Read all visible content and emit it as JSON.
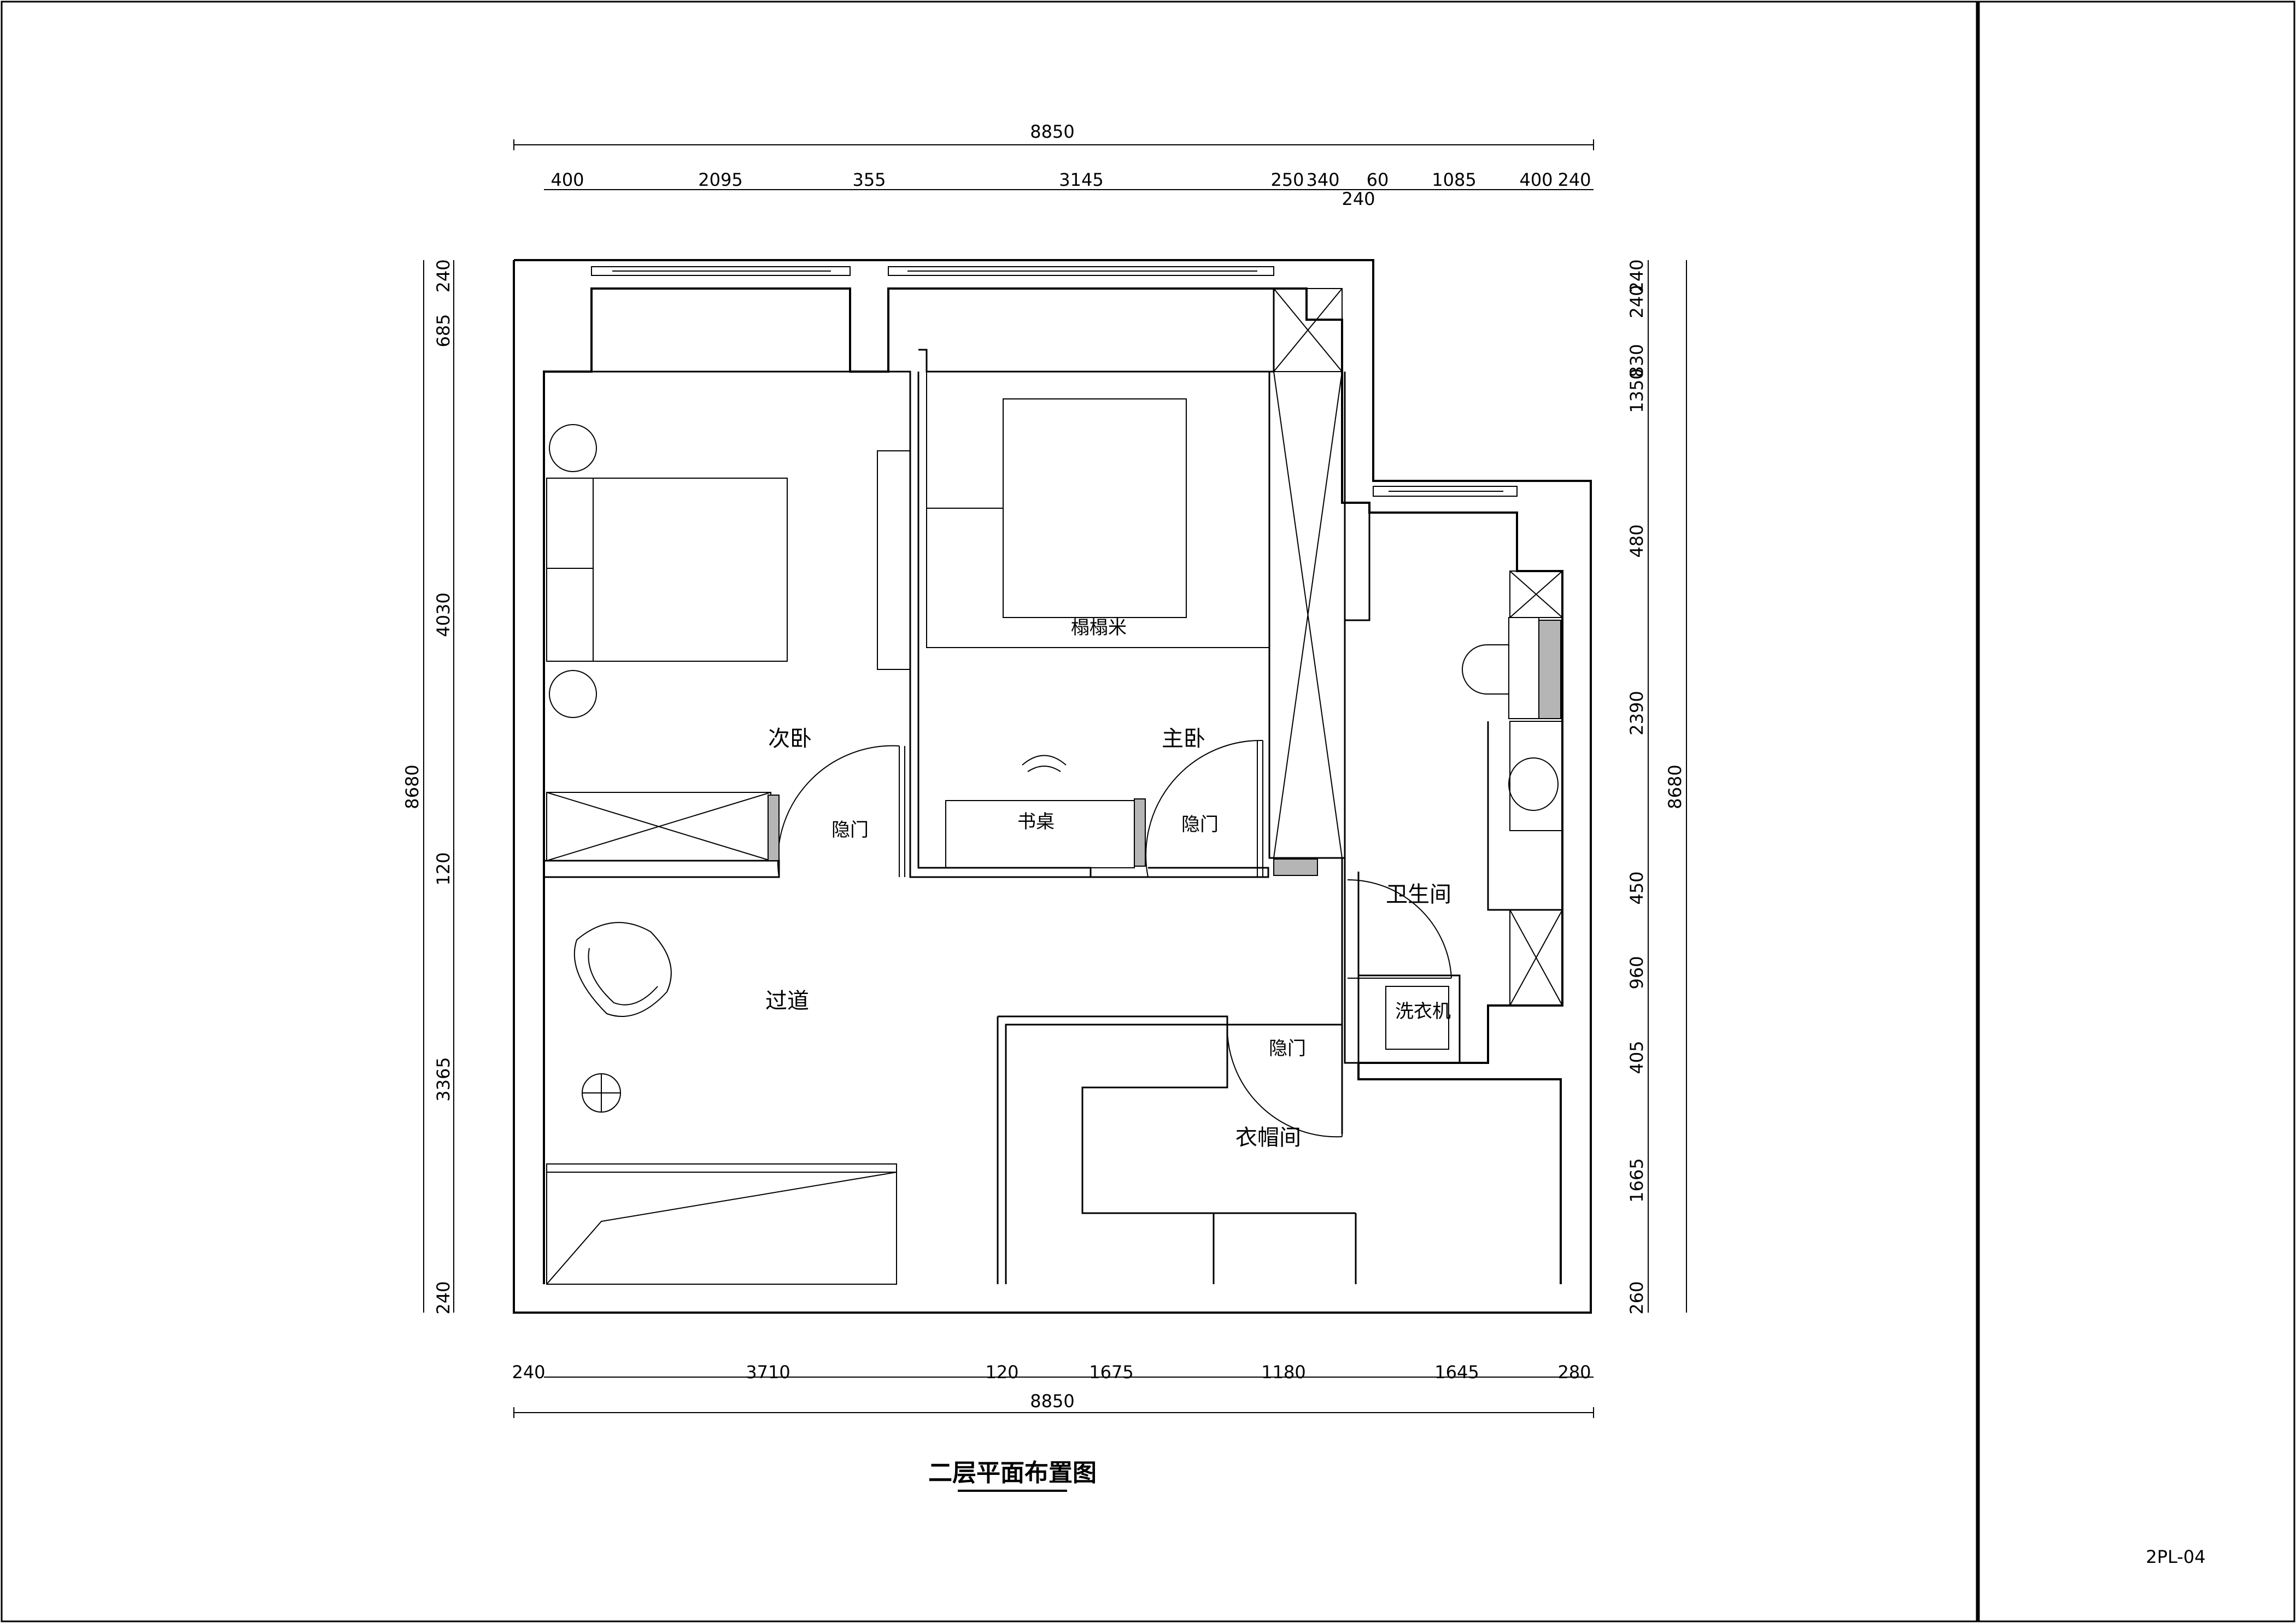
{
  "drawing": {
    "title": "二层平面布置图",
    "sheet_code": "2PL-04"
  },
  "rooms": {
    "second_bedroom": "次卧",
    "master_bedroom": "主卧",
    "tatami": "榻榻米",
    "desk": "书桌",
    "corridor": "过道",
    "bathroom": "卫生间",
    "washer": "洗衣机",
    "cloakroom": "衣帽间",
    "hidden_door_1": "隐门",
    "hidden_door_2": "隐门",
    "hidden_door_3": "隐门"
  },
  "dims": {
    "top_total": "8850",
    "top": [
      "400",
      "2095",
      "355",
      "3145",
      "250",
      "340",
      "240",
      "60",
      "1085",
      "400",
      "240"
    ],
    "bottom_total": "8850",
    "bottom": [
      "240",
      "3710",
      "120",
      "1675",
      "1180",
      "1645",
      "280"
    ],
    "left_total": "8680",
    "left": [
      "240",
      "685",
      "4030",
      "120",
      "3365",
      "240"
    ],
    "right_total": "8680",
    "right": [
      "240",
      "240",
      "1350",
      "830",
      "480",
      "2390",
      "450",
      "960",
      "405",
      "1665",
      "260"
    ]
  }
}
